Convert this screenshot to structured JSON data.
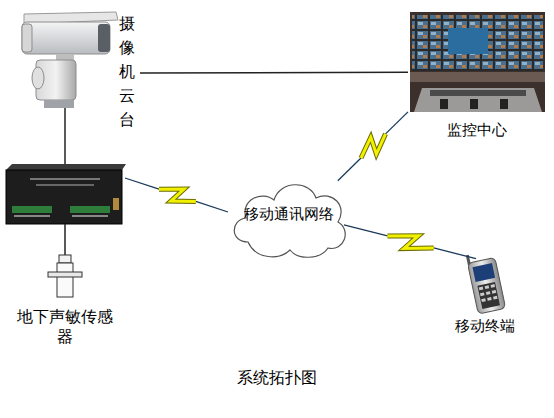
{
  "diagram": {
    "caption": "系统拓扑图",
    "nodes": [
      {
        "text": [
          "摄像机云台"
        ]
      },
      {
        "text": [
          "监控中心"
        ]
      },
      {
        "text": [
          "移动通讯网络"
        ]
      },
      {
        "text": [
          "地下声敏传感器"
        ]
      },
      {
        "text": [
          "移动终端"
        ]
      }
    ],
    "edges": [
      {
        "from": 0,
        "to": 1,
        "arrow": "none"
      },
      {
        "from": 2,
        "to": 1,
        "arrow": "none"
      },
      {
        "from": 2,
        "to": 4,
        "arrow": "none"
      }
    ]
  }
}
